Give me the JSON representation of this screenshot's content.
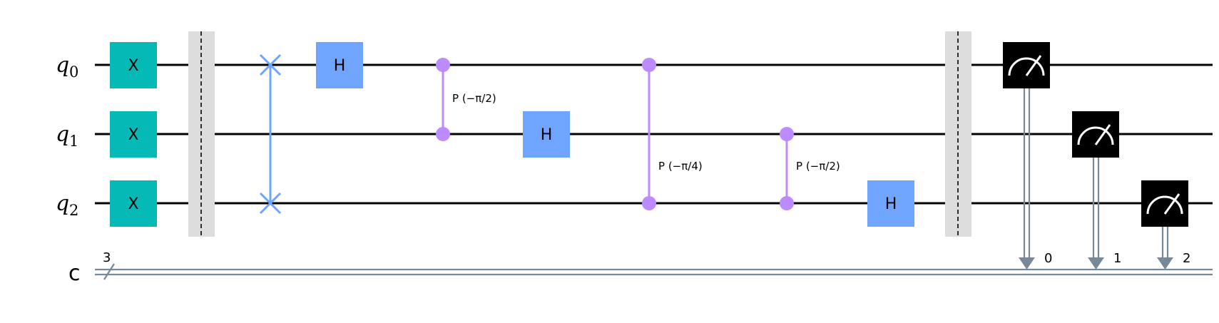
{
  "qubits": [
    {
      "name": "q",
      "index": "0"
    },
    {
      "name": "q",
      "index": "1"
    },
    {
      "name": "q",
      "index": "2"
    }
  ],
  "classical": {
    "name": "c",
    "size": "3",
    "bits": [
      "0",
      "1",
      "2"
    ]
  },
  "gates": {
    "x_label": "X",
    "h_label": "H",
    "cp_labels": [
      "P (−π/2)",
      "P (−π/4)",
      "P (−π/2)"
    ]
  },
  "colors": {
    "x_gate": "#05bab6",
    "h_gate": "#6fa4ff",
    "swap": "#6fa4ff",
    "controlled_phase": "#bb8bff",
    "barrier": "#dddddd",
    "measure": "#000000",
    "classical_wire": "#778899"
  }
}
